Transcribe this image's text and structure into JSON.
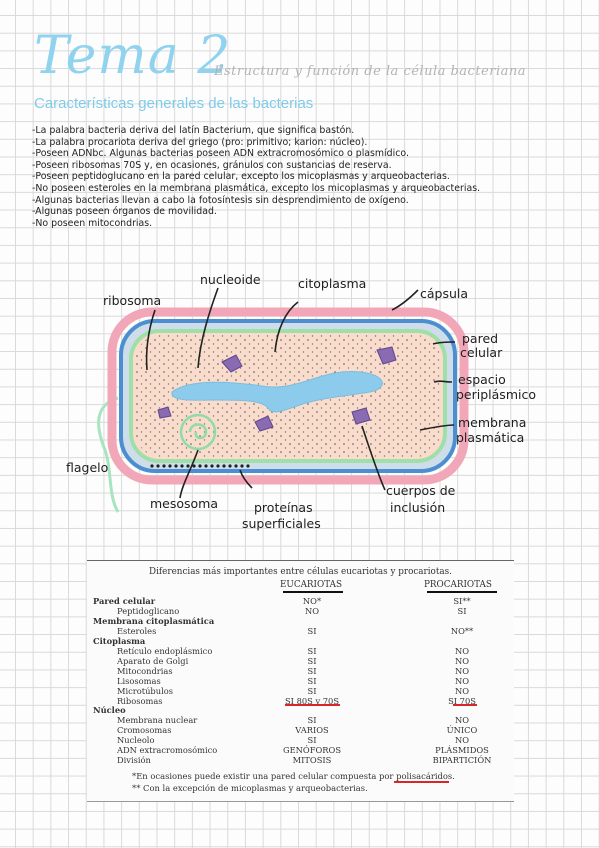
{
  "header": {
    "title": "Tema 2",
    "subtitle": "Estructura y función de la célula bacteriana"
  },
  "section": {
    "title": "Características generales de las bacterias"
  },
  "bullets": [
    "-La palabra bacteria deriva del latín Bacterium, que significa bastón.",
    "-La palabra procariota deriva del griego (pro: primitivo; karion: núcleo).",
    "-Poseen ADNbc. Algunas bacterias poseen ADN extracromosómico o plasmídico.",
    "-Poseen ribosomas 70S y, en ocasiones, gránulos con sustancias de reserva.",
    "-Poseen peptidoglucano en la pared celular, excepto los micoplasmas y arqueobacterias.",
    "-No poseen esteroles en la membrana plasmática, excepto los micoplasmas y arqueobacterias.",
    "-Algunas bacterias llevan a cabo la fotosíntesis sin desprendimiento de oxígeno.",
    "-Algunas poseen órganos de movilidad.",
    "-No poseen mitocondrias."
  ],
  "diagram": {
    "labels": {
      "ribosoma": "ribosoma",
      "nucleoide": "nucleoide",
      "citoplasma": "citoplasma",
      "capsula": "cápsula",
      "pared1": "pared",
      "pared2": "celular",
      "espacio1": "espacio",
      "espacio2": "periplásmico",
      "membrana1": "membrana",
      "membrana2": "plasmática",
      "flagelo": "flagelo",
      "mesosoma": "mesosoma",
      "proteinas1": "proteínas",
      "proteinas2": "superficiales",
      "cuerpos1": "cuerpos de",
      "cuerpos2": "inclusión"
    },
    "colors": {
      "capsule": "#f2a7b8",
      "wall": "#4a8fd0",
      "membrane": "#9ee0a8",
      "cytoplasm": "#f9dccb",
      "nucleoid": "#8ccbec",
      "inclusion": "#8a6ab0"
    }
  },
  "table": {
    "caption": "Diferencias más importantes entre células eucariotas y procariotas.",
    "col_euk": "EUCARIOTAS",
    "col_prok": "PROCARIOTAS",
    "rows": [
      {
        "label": "Pared celular",
        "bold": true,
        "indent": 0,
        "euk": "NO*",
        "prok": "SI**"
      },
      {
        "label": "Peptidoglicano",
        "bold": false,
        "indent": 1,
        "euk": "NO",
        "prok": "SI"
      },
      {
        "label": "Membrana citoplasmática",
        "bold": true,
        "indent": 0,
        "euk": "",
        "prok": ""
      },
      {
        "label": "Esteroles",
        "bold": false,
        "indent": 1,
        "euk": "SI",
        "prok": "NO**"
      },
      {
        "label": "Citoplasma",
        "bold": true,
        "indent": 0,
        "euk": "",
        "prok": ""
      },
      {
        "label": "Retículo endoplásmico",
        "bold": false,
        "indent": 1,
        "euk": "SI",
        "prok": "NO"
      },
      {
        "label": "Aparato de Golgi",
        "bold": false,
        "indent": 1,
        "euk": "SI",
        "prok": "NO"
      },
      {
        "label": "Mitocondrias",
        "bold": false,
        "indent": 1,
        "euk": "SI",
        "prok": "NO"
      },
      {
        "label": "Lisosomas",
        "bold": false,
        "indent": 1,
        "euk": "SI",
        "prok": "NO"
      },
      {
        "label": "Microtúbulos",
        "bold": false,
        "indent": 1,
        "euk": "SI",
        "prok": "NO"
      },
      {
        "label": "Ribosomas",
        "bold": false,
        "indent": 1,
        "euk": "SI 80S y 70S",
        "prok": "SI 70S"
      },
      {
        "label": "Núcleo",
        "bold": true,
        "indent": 0,
        "euk": "",
        "prok": ""
      },
      {
        "label": "Membrana nuclear",
        "bold": false,
        "indent": 1,
        "euk": "SI",
        "prok": "NO"
      },
      {
        "label": "Cromosomas",
        "bold": false,
        "indent": 1,
        "euk": "VARIOS",
        "prok": "ÚNICO"
      },
      {
        "label": "Nucleolo",
        "bold": false,
        "indent": 1,
        "euk": "SI",
        "prok": "NO"
      },
      {
        "label": "ADN extracromosómico",
        "bold": false,
        "indent": 1,
        "euk": "GENÓFOROS",
        "prok": "PLÁSMIDOS"
      },
      {
        "label": "División",
        "bold": false,
        "indent": 1,
        "euk": "MITOSIS",
        "prok": "BIPARTICIÓN"
      }
    ],
    "notes": [
      "*En ocasiones puede existir una pared celular compuesta por polisacáridos.",
      "** Con la excepción de micoplasmas y arqueobacterias."
    ]
  }
}
